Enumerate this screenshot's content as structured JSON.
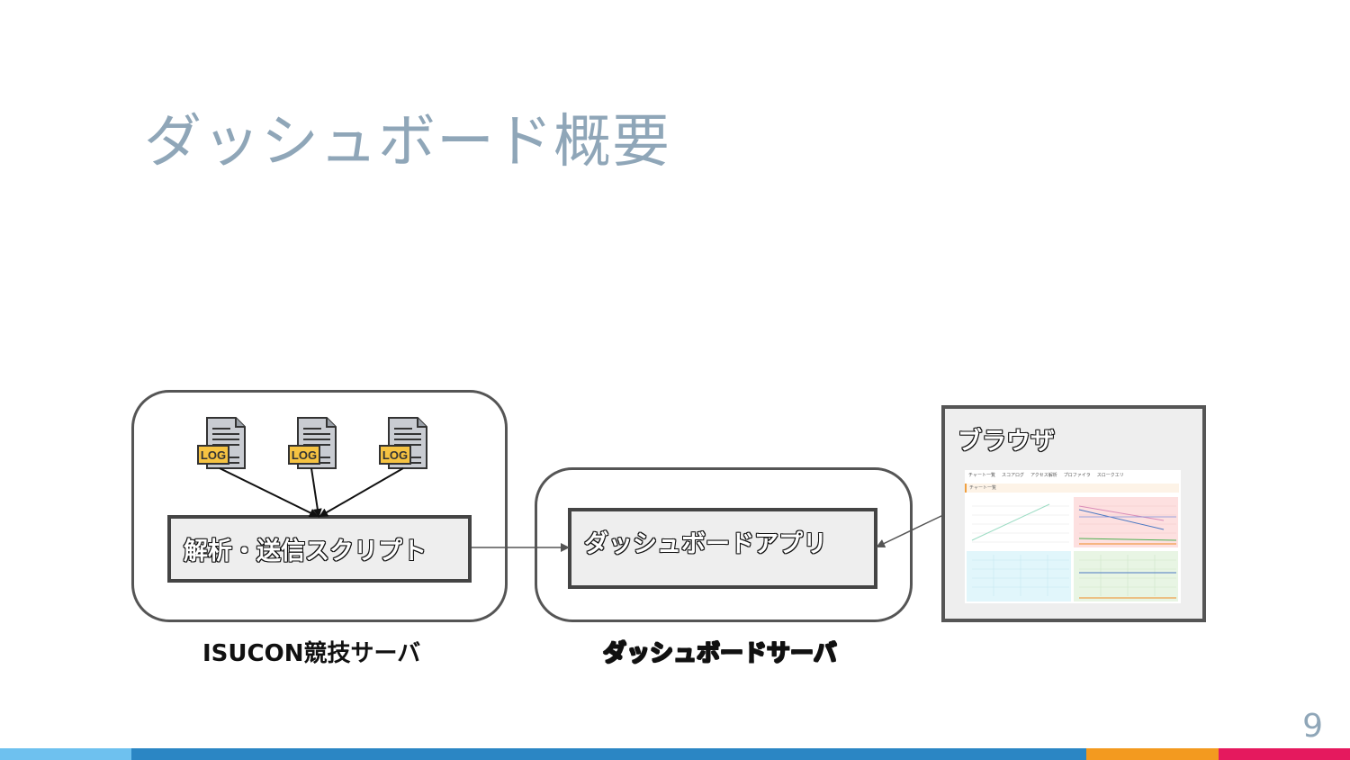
{
  "slide": {
    "title": "ダッシュボード概要",
    "page_number": "9"
  },
  "diagram": {
    "log_icons": [
      {
        "label": "LOG",
        "icon": "log-file-icon"
      },
      {
        "label": "LOG",
        "icon": "log-file-icon"
      },
      {
        "label": "LOG",
        "icon": "log-file-icon"
      }
    ],
    "script_box": {
      "label": "解析・送信スクリプト"
    },
    "isucon_server": {
      "label": "ISUCON競技サーバ"
    },
    "dashboard_app": {
      "label": "ダッシュボードアプリ"
    },
    "dashboard_server": {
      "label": "ダッシュボードサーバ"
    },
    "browser": {
      "label": "ブラウザ",
      "screenshot": {
        "nav_items": [
          "チャート一覧",
          "スコアログ",
          "アクセス解析",
          "プロファイラ",
          "スロークエリ"
        ],
        "section_title": "チャート一覧"
      }
    }
  },
  "colors": {
    "title": "#8fa6b8",
    "footer": [
      "#6ec1ef",
      "#2b86c4",
      "#f39a1f",
      "#e5195e"
    ]
  }
}
